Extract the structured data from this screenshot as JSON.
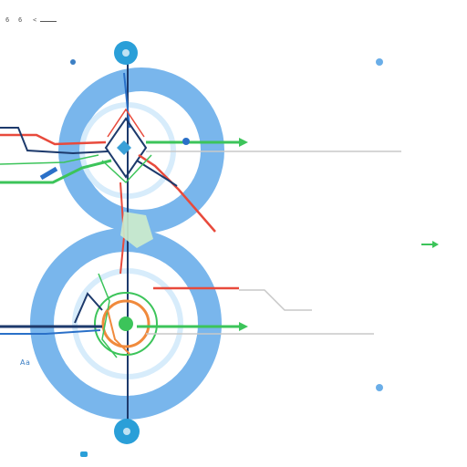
{
  "header": {
    "glyph_a": "6",
    "glyph_b": "6",
    "glyph_c": "<"
  },
  "labels": {
    "top_title": "",
    "top_node": "",
    "upper_callout": "",
    "middle_callout": "",
    "lower_callout": "",
    "left_marker": "Aa",
    "bottom_node": "",
    "bottom_caption": ""
  },
  "colors": {
    "ring": "#79b6ec",
    "ring_fill": "#ffffff",
    "node": "#2a9fd8",
    "line_red": "#e84a3c",
    "line_green": "#3cc45a",
    "line_navy": "#1d3a6c",
    "line_blue": "#2a70c8",
    "line_orange": "#f08a3c",
    "line_gray": "#c8c8c8"
  }
}
